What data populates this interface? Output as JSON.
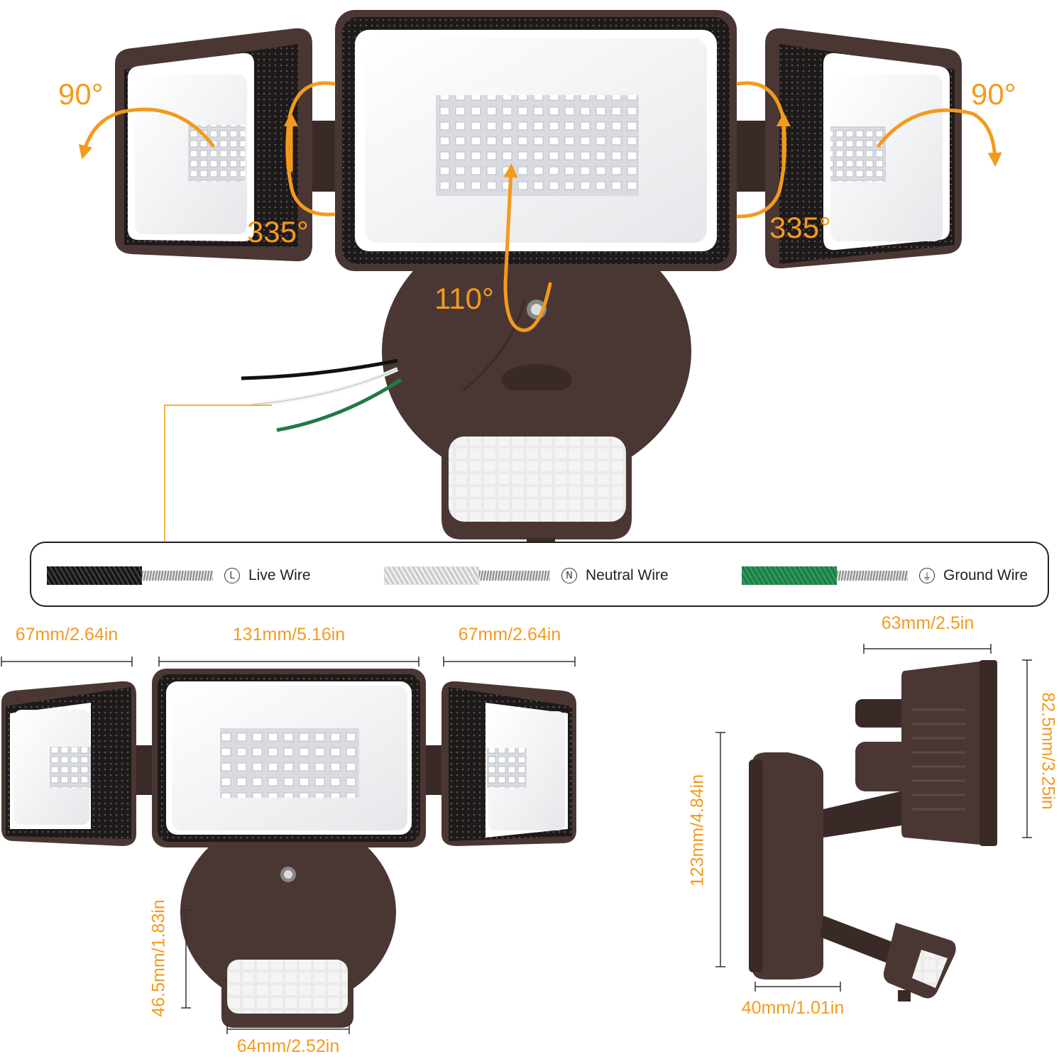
{
  "rotation_labels": {
    "left_tilt": "90°",
    "right_tilt": "90°",
    "left_swivel": "335°",
    "right_swivel": "335°",
    "center_tilt": "110°"
  },
  "wire_legend": {
    "live": {
      "symbol": "L",
      "label": "Live Wire"
    },
    "neutral": {
      "symbol": "N",
      "label": "Neutral Wire"
    },
    "ground": {
      "symbol": "⏚",
      "label": "Ground Wire"
    }
  },
  "dimensions": {
    "left_head_width": "67mm/2.64in",
    "center_head_width": "131mm/5.16in",
    "right_head_width": "67mm/2.64in",
    "sensor_height": "46.5mm/1.83in",
    "sensor_width": "64mm/2.52in",
    "side_head_depth": "63mm/2.5in",
    "side_head_height": "82.5mm/3.25in",
    "side_total_height": "123mm/4.84in",
    "base_depth": "40mm/1.01in"
  },
  "colors": {
    "accent": "#f39a1e",
    "housing": "#4a3733",
    "led_panel": "#f4f4f6"
  }
}
